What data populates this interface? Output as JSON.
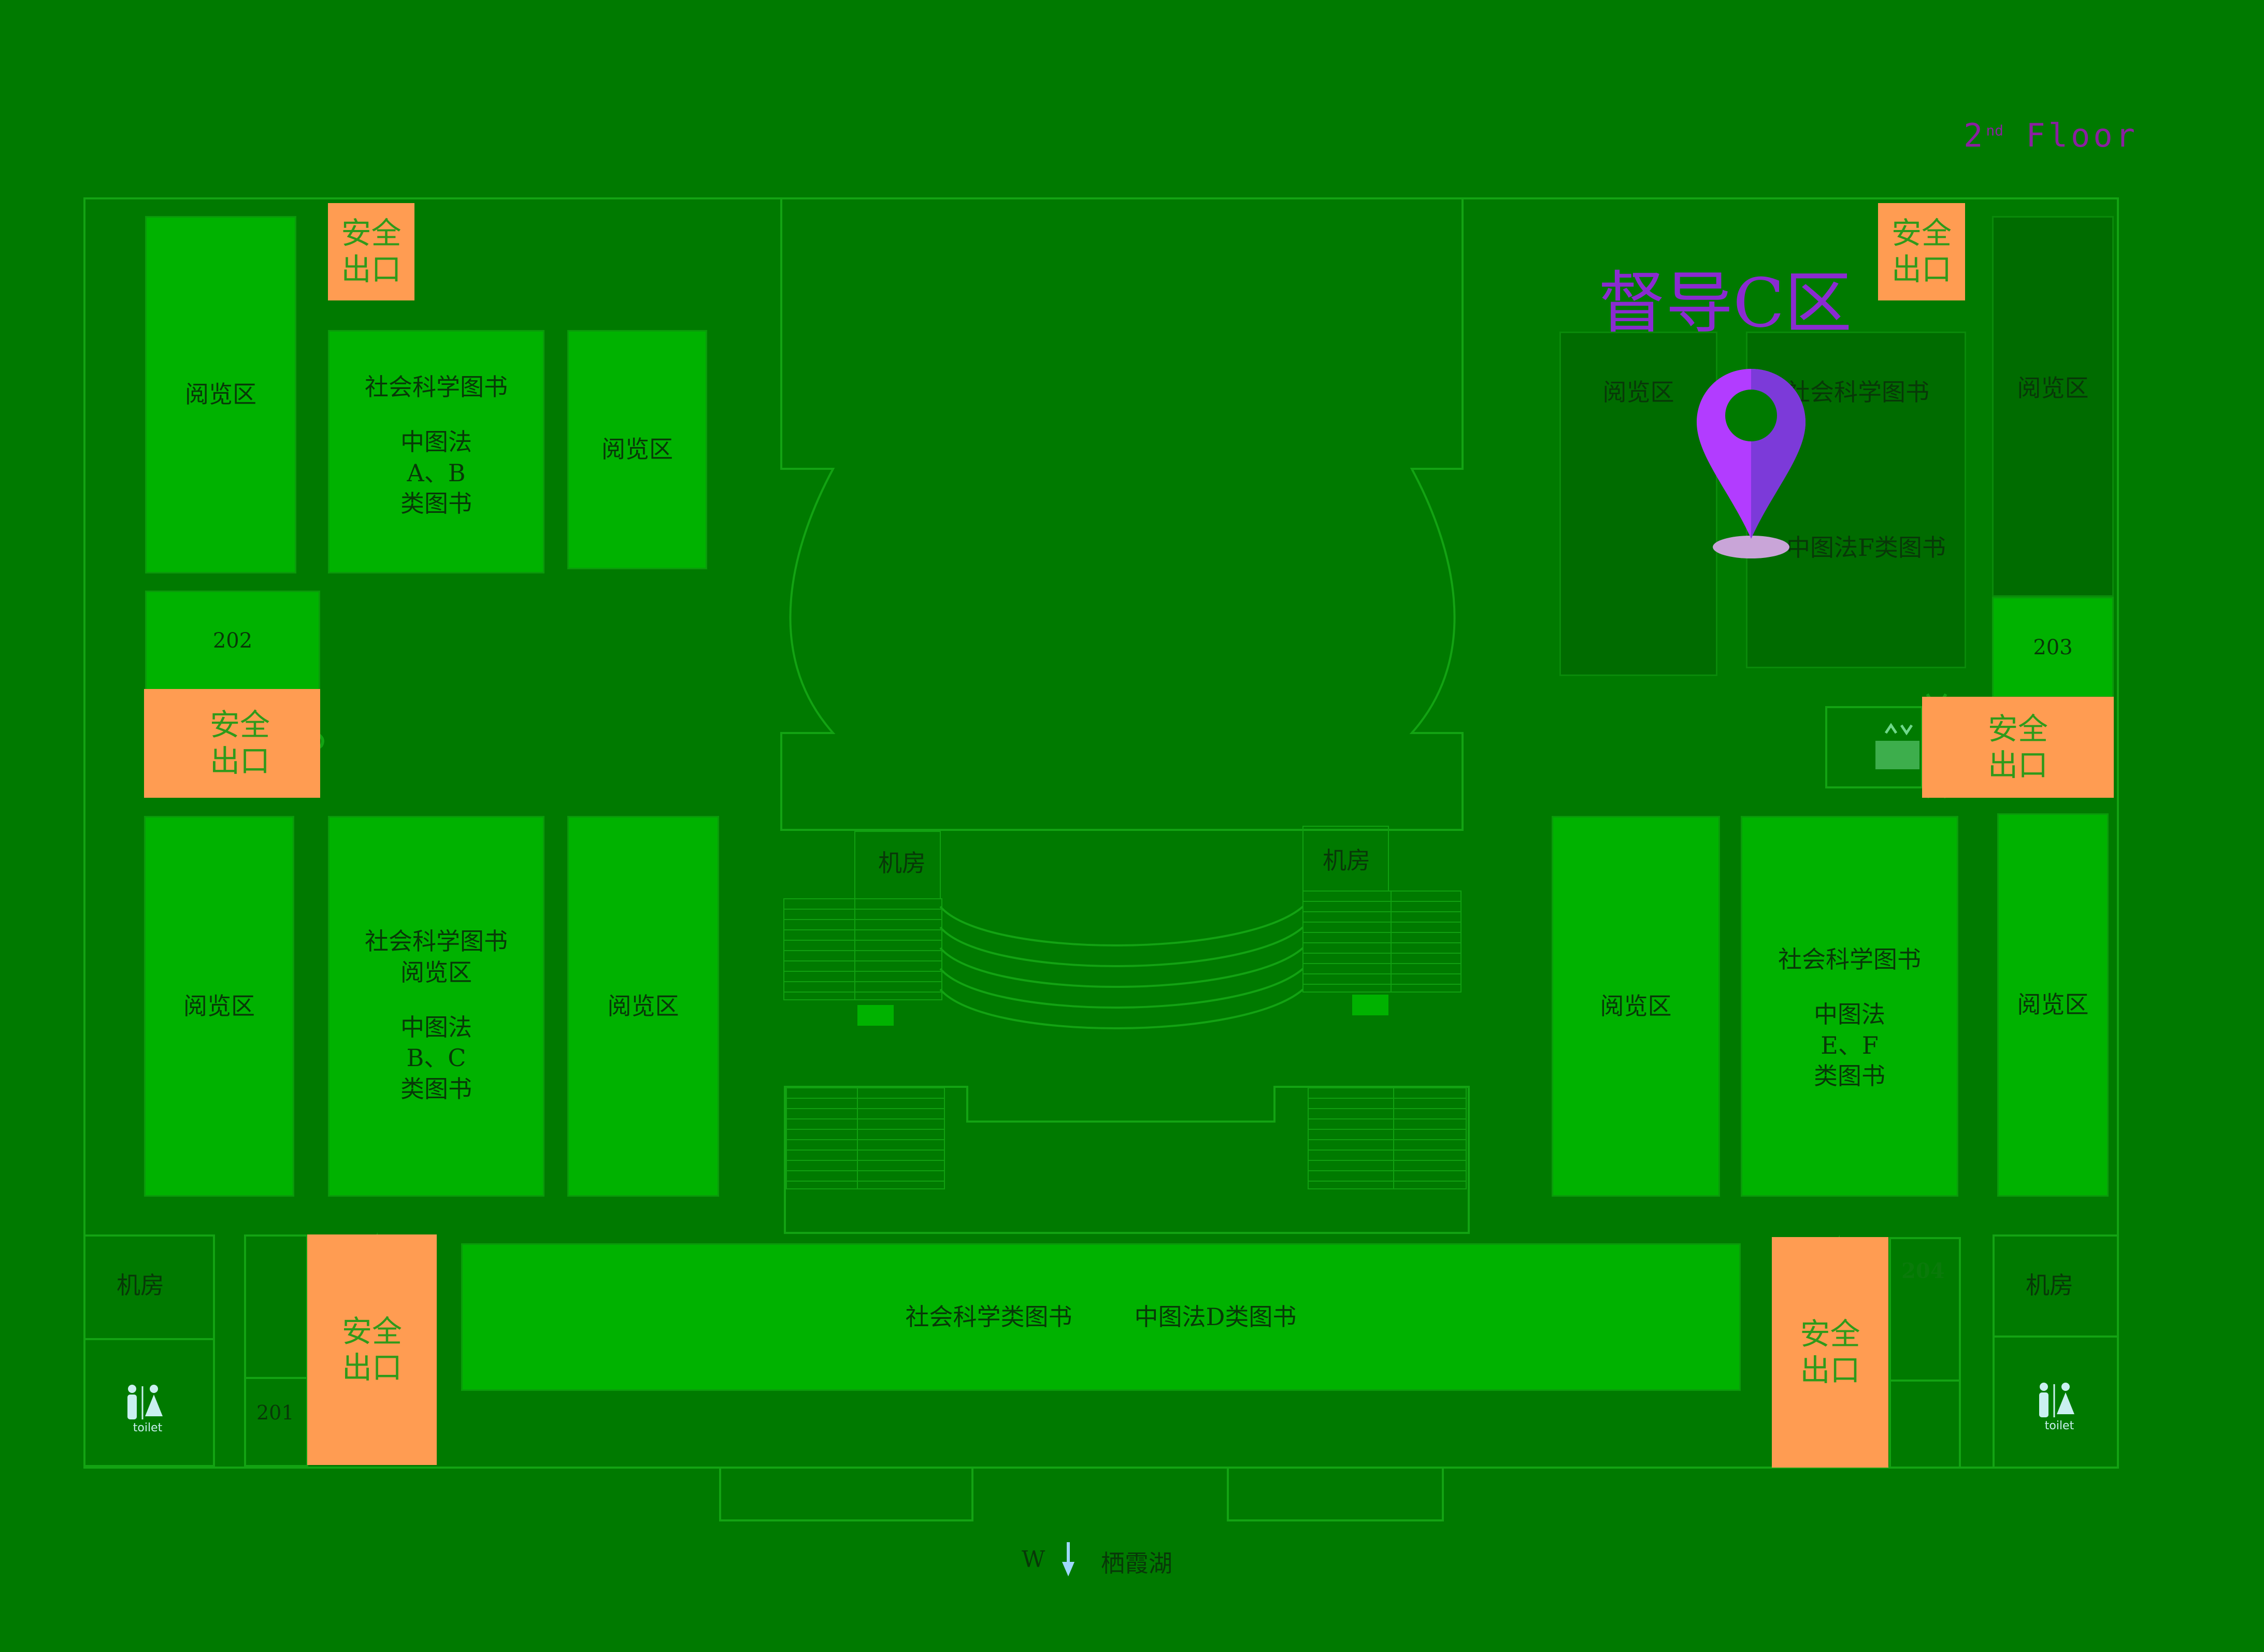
{
  "floor": {
    "num": "2",
    "suffix": "nd",
    "word": "Floor"
  },
  "supervision_title": "督导C区",
  "exit_label": "安全\n出口",
  "reading_area": "阅览区",
  "rooms": {
    "top_left_books": {
      "title": "社会科学图书",
      "line1": "中图法",
      "line2": "A、B",
      "line3": "类图书"
    },
    "bottom_left_books": {
      "title": "社会科学图书",
      "sub": "阅览区",
      "line1": "中图法",
      "line2": "B、C",
      "line3": "类图书"
    },
    "bottom_right_books": {
      "title": "社会科学图书",
      "line1": "中图法",
      "line2": "E、F",
      "line3": "类图书"
    },
    "top_right_books": {
      "title": "社会科学图书",
      "line1": "中图法F类图书"
    },
    "south_strip": {
      "left": "社会科学类图书",
      "right": "中图法D类图书"
    }
  },
  "room_numbers": {
    "r201": "201",
    "r202": "202",
    "r203": "203",
    "r204": "204"
  },
  "machine_room": "机房",
  "toilet_label": "toilet",
  "lake": {
    "dir": "W",
    "name": "栖霞湖"
  },
  "colors": {
    "background": "#007a00",
    "reading": "#00b200",
    "exit": "#ff9c52",
    "pin": "#b23cff",
    "title": "#8a2bd0"
  },
  "icons": [
    "location-pin-icon",
    "toilet-icon",
    "door-icon",
    "arrow-down-icon",
    "elevator-icon"
  ]
}
